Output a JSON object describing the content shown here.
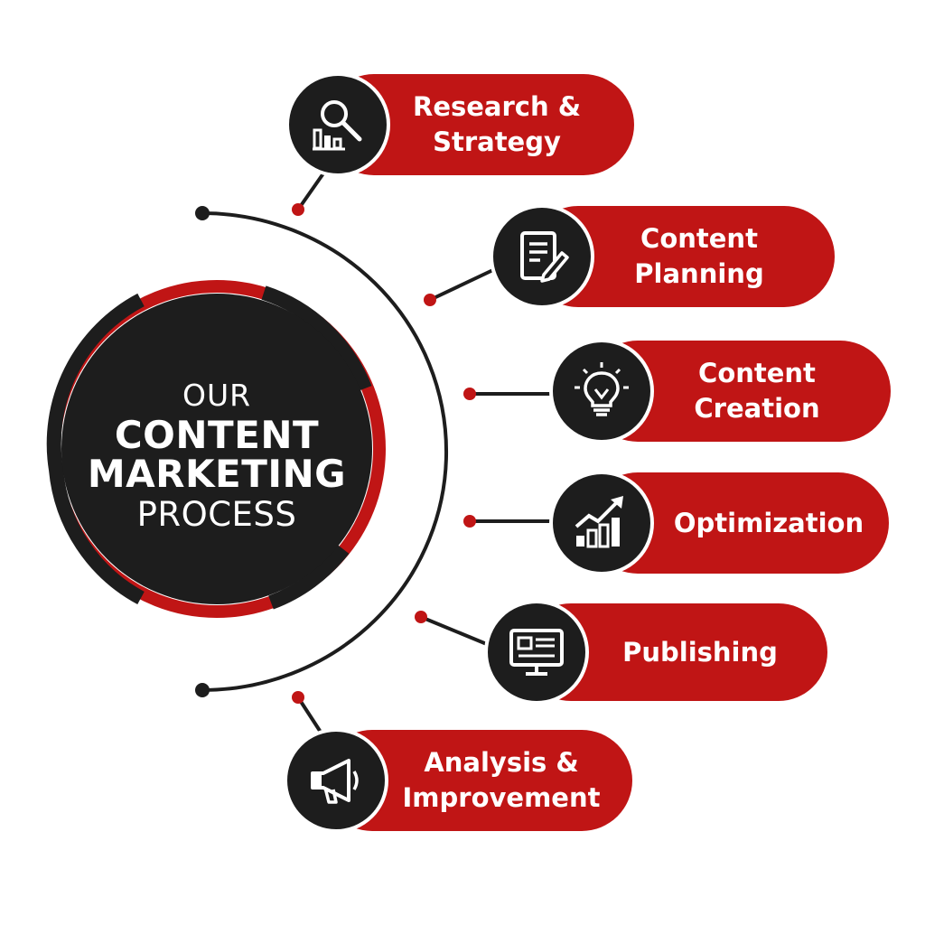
{
  "hub": {
    "line1": "OUR",
    "line2": "CONTENT",
    "line3": "MARKETING",
    "line4": "PROCESS"
  },
  "steps": [
    {
      "label": "Research &\nStrategy",
      "icon": "magnifier-bar-chart-icon"
    },
    {
      "label": "Content\nPlanning",
      "icon": "document-pen-icon"
    },
    {
      "label": "Content\nCreation",
      "icon": "lightbulb-icon"
    },
    {
      "label": "Optimization",
      "icon": "growth-chart-icon"
    },
    {
      "label": "Publishing",
      "icon": "monitor-icon"
    },
    {
      "label": "Analysis &\nImprovement",
      "icon": "megaphone-icon"
    }
  ],
  "colors": {
    "accent": "#c01515",
    "dark": "#1d1d1d",
    "background": "#ffffff"
  }
}
